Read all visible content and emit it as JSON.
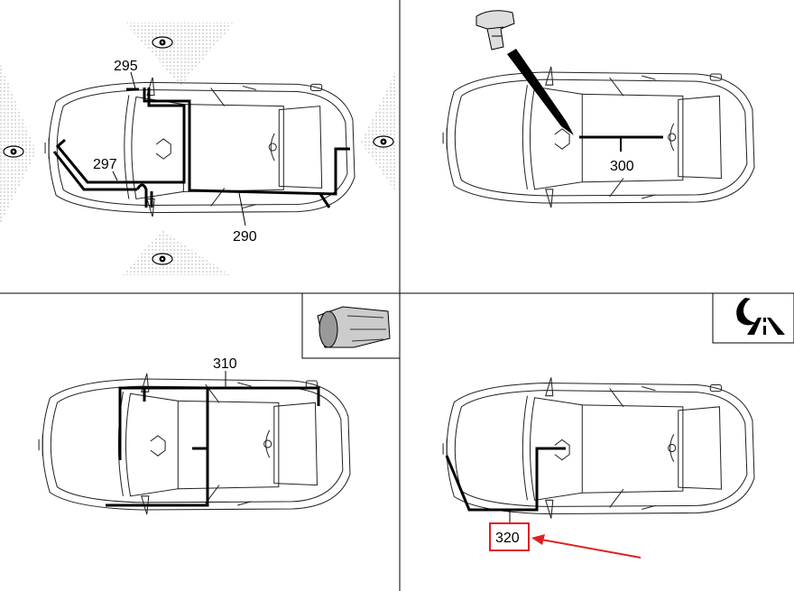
{
  "panels": {
    "top_left": {
      "labels": {
        "a": "295",
        "b": "297",
        "c": "290"
      }
    },
    "top_right": {
      "labels": {
        "a": "300"
      }
    },
    "bottom_left": {
      "labels": {
        "a": "310"
      }
    },
    "bottom_right": {
      "labels": {
        "a": "320"
      }
    }
  },
  "colors": {
    "highlight": "#e02020",
    "wire": "#000000"
  }
}
